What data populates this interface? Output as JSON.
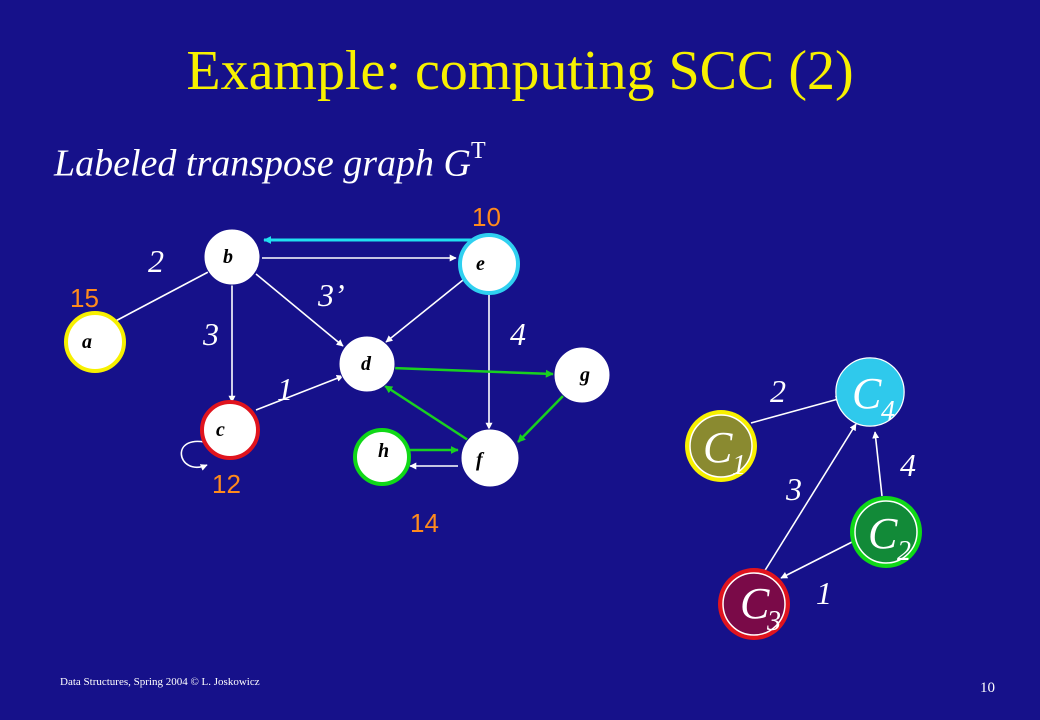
{
  "slide": {
    "title": "Example: computing SCC (2)",
    "subtitle": "Labeled transpose graph G",
    "subtitle_sup": "T",
    "footer": "Data Structures, Spring 2004 © L. Joskowicz",
    "page_number": "10"
  },
  "colors": {
    "background": "#16118a",
    "title": "#f7f000",
    "time_label": "#ff8a1c",
    "node_fill": "#ffffff",
    "yellow_ring": "#f7f000",
    "red_ring": "#e0141e",
    "cyan_ring": "#2fd0f0",
    "green_ring": "#10d818",
    "cyan_edge": "#20e0f0",
    "green_edge": "#19d120",
    "white_edge": "#ffffff"
  },
  "graph": {
    "nodes": [
      {
        "id": "b",
        "label": "b",
        "ring": null
      },
      {
        "id": "e",
        "label": "e",
        "ring": "cyan"
      },
      {
        "id": "a",
        "label": "a",
        "ring": "yellow"
      },
      {
        "id": "d",
        "label": "d",
        "ring": null
      },
      {
        "id": "g",
        "label": "g",
        "ring": null
      },
      {
        "id": "c",
        "label": "c",
        "ring": "red"
      },
      {
        "id": "h",
        "label": "h",
        "ring": "green"
      },
      {
        "id": "f",
        "label": "f",
        "ring": null
      }
    ],
    "edges": [
      {
        "from": "e",
        "to": "b",
        "color": "cyan"
      },
      {
        "from": "b",
        "to": "e",
        "color": "white"
      },
      {
        "from": "b",
        "to": "a",
        "color": "white"
      },
      {
        "from": "b",
        "to": "c",
        "color": "white"
      },
      {
        "from": "b",
        "to": "d",
        "color": "white"
      },
      {
        "from": "e",
        "to": "d",
        "color": "white"
      },
      {
        "from": "e",
        "to": "f",
        "color": "white"
      },
      {
        "from": "c",
        "to": "d",
        "color": "white"
      },
      {
        "from": "c",
        "to": "c",
        "color": "white",
        "self_loop": true
      },
      {
        "from": "d",
        "to": "g",
        "color": "green"
      },
      {
        "from": "g",
        "to": "f",
        "color": "green"
      },
      {
        "from": "f",
        "to": "d",
        "color": "green"
      },
      {
        "from": "h",
        "to": "f",
        "color": "green"
      },
      {
        "from": "f",
        "to": "h",
        "color": "white"
      }
    ],
    "edge_labels": [
      "2",
      "3’",
      "3",
      "4",
      "1"
    ],
    "time_labels": [
      "10",
      "15",
      "12",
      "14"
    ]
  },
  "components": {
    "nodes": [
      {
        "id": "C4",
        "letter": "C",
        "sub": "4",
        "color": "#2fc9ec"
      },
      {
        "id": "C1",
        "letter": "C",
        "sub": "1",
        "color": "#8a8a30"
      },
      {
        "id": "C2",
        "letter": "C",
        "sub": "2",
        "color": "#128a38"
      },
      {
        "id": "C3",
        "letter": "C",
        "sub": "3",
        "color": "#7a0a48"
      }
    ],
    "edges": [
      {
        "from": "C1",
        "to": "C4",
        "label": "2"
      },
      {
        "from": "C2",
        "to": "C4",
        "label": "4"
      },
      {
        "from": "C3",
        "to": "C4",
        "label": "3"
      },
      {
        "from": "C2",
        "to": "C3",
        "label": "1"
      }
    ],
    "edge_labels": [
      "2",
      "4",
      "3",
      "1"
    ]
  }
}
